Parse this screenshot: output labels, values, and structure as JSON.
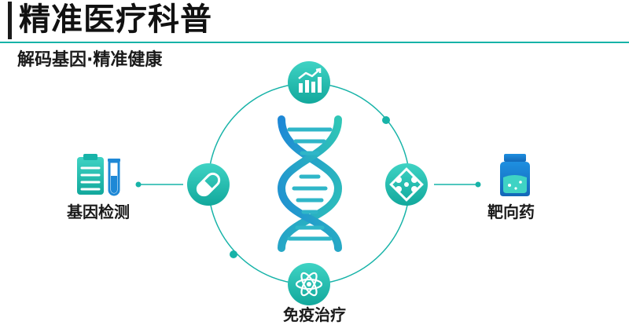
{
  "header": {
    "title": "精准医疗科普",
    "subtitle": "解码基因·精准健康"
  },
  "diagram": {
    "left_label": "基因检测",
    "right_label": "靶向药",
    "bottom_label": "免疫治疗",
    "top_node_icon": "growth-chart-icon",
    "left_node_icon": "capsule-icon",
    "right_node_icon": "molecule-icon",
    "bottom_node_icon": "atom-icon",
    "center_icon": "dna-helix-icon",
    "left_outer_icon": "clipboard-test-tube-icon",
    "right_outer_icon": "medicine-bottle-icon"
  },
  "colors": {
    "accent": "#17b3a8",
    "accent_light": "#3fd3c4",
    "blue": "#1e88d6",
    "text": "#111111"
  }
}
